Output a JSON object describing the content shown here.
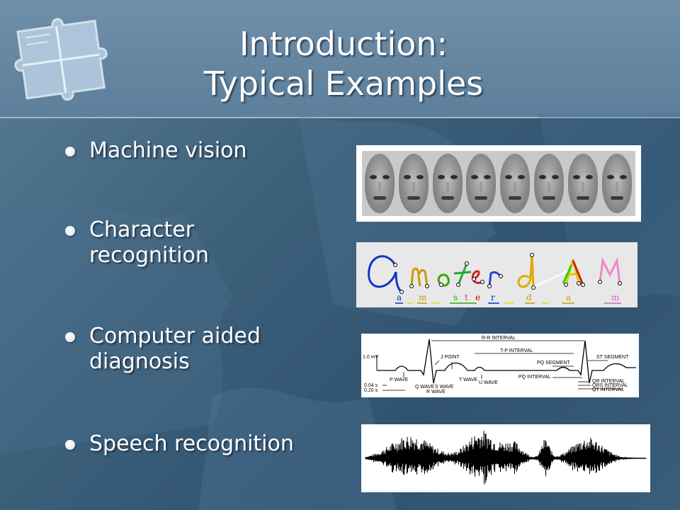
{
  "slide": {
    "title_line1": "Introduction:",
    "title_line2": "Typical Examples",
    "background_color": "#3c5f7a",
    "header_color": "#6f8fa9"
  },
  "bullets": [
    {
      "line1": "Machine vision",
      "line2": ""
    },
    {
      "line1": "Character",
      "line2": "recognition"
    },
    {
      "line1": "Computer aided",
      "line2": "diagnosis"
    },
    {
      "line1": "Speech recognition",
      "line2": ""
    }
  ],
  "handwriting": {
    "letters": [
      "a",
      "m",
      "s",
      "t",
      "e",
      "r",
      "d",
      "a",
      "m"
    ],
    "letter_colors": [
      "#0033cc",
      "#cc9900",
      "#33aa00",
      "#cc3399",
      "#cc0000",
      "#0033cc",
      "#cc9900",
      "#cc9900",
      "#cc66cc"
    ]
  },
  "ecg": {
    "labels": {
      "rr_interval": "R-R INTERVAL",
      "tp_interval": "T-P INTERVAL",
      "j_point": "J POINT",
      "pq_segment": "PQ SEGMENT",
      "st_segment": "ST SEGMENT",
      "voltage": "1.0 mV",
      "pq_interval": "PQ INTERVAL",
      "qr_interval": "QR INTERVAL",
      "qrs_interval": "QRS INTERVAL",
      "qt_interval": "QT INTERVAL",
      "p_wave": "P WAVE",
      "t_wave": "T WAVE",
      "u_wave": "U WAVE",
      "q_wave": "Q WAVE",
      "s_wave": "S WAVE",
      "r_wave": "R WAVE",
      "time_small": "0.04 s",
      "time_large": "0.20 s"
    }
  }
}
